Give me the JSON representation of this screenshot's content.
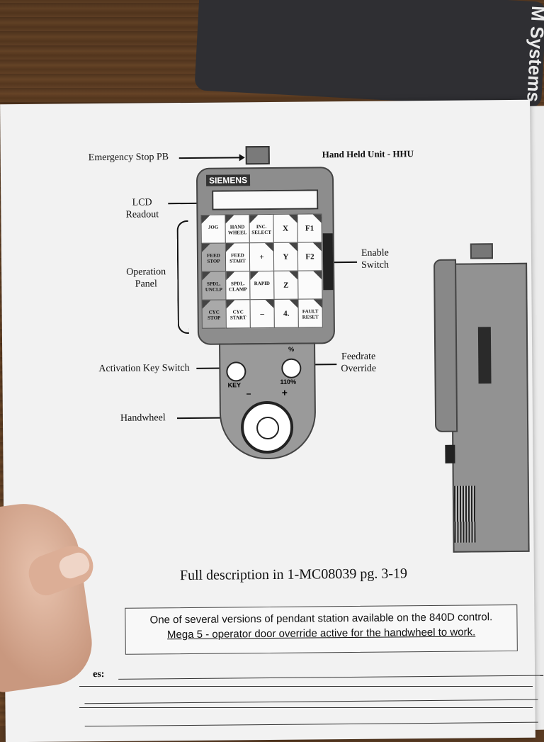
{
  "photo": {
    "object_stamp": "M Systems",
    "diagram": {
      "labels": {
        "emergency_stop": "Emergency Stop PB",
        "hhu": "Hand Held Unit - HHU",
        "lcd": "LCD\nReadout",
        "enable_switch": "Enable\nSwitch",
        "operation_panel": "Operation\nPanel",
        "feedrate_override": "Feedrate\nOverride",
        "activation_key_switch": "Activation Key Switch",
        "handwheel": "Handwheel"
      },
      "pendant": {
        "brand": "SIEMENS",
        "keys": [
          [
            "JOG",
            "HAND WHEEL",
            "INC. SELECT",
            "X",
            "F1"
          ],
          [
            "FEED STOP",
            "FEED START",
            "+",
            "Y",
            "F2"
          ],
          [
            "SPDL. UNCLP",
            "SPDL. CLAMP",
            "RAPID",
            "Z",
            ""
          ],
          [
            "CYC STOP",
            "CYC START",
            "–",
            "4.",
            "FAULT RESET"
          ]
        ],
        "key_label": "KEY",
        "override_value": "110%",
        "override_symbol": "%",
        "wheel_minus": "–",
        "wheel_plus": "+"
      }
    },
    "caption": "Full description in 1-MC08039  pg. 3-19",
    "info_line1": "One of several versions of pendant station available on the 840D control.",
    "info_line2": "Mega 5 - operator door override active for the handwheel to work.",
    "notes_label": "es:"
  }
}
